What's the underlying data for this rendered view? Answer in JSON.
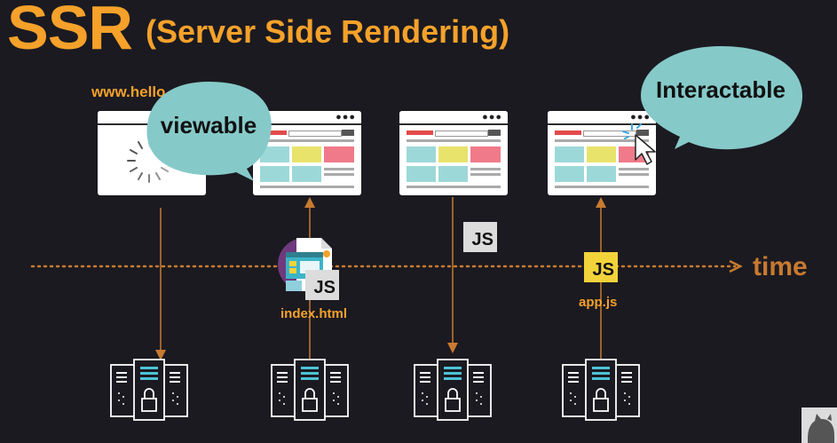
{
  "header": {
    "title": "SSR",
    "subtitle": "(Server Side Rendering)"
  },
  "url_text": "www.hello",
  "bubbles": {
    "viewable": "viewable",
    "interactable": "Interactable"
  },
  "timeline": {
    "label": "time"
  },
  "files": {
    "index_label": "index.html",
    "app_label": "app.js",
    "js_text": "JS"
  },
  "colors": {
    "background": "#1b1a21",
    "accent": "#f5a12a",
    "arrow": "#c87a30",
    "bubble": "#86c9c9",
    "js_yellow": "#f2d33a",
    "js_gray": "#dcdcdc",
    "red": "#e34a4a",
    "teal": "#9dd8d8",
    "yellow": "#e8e36a",
    "pink": "#f07a8a"
  }
}
